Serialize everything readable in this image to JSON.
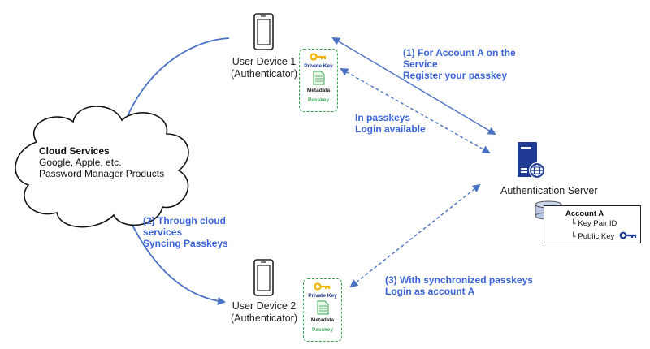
{
  "cloud": {
    "title": "Cloud Services",
    "line1": "Google, Apple, etc.",
    "line2": "Password Manager Products"
  },
  "device1": {
    "name": "User Device 1",
    "role": "(Authenticator)"
  },
  "device2": {
    "name": "User Device 2",
    "role": "(Authenticator)"
  },
  "passkey_card": {
    "private_key": "Private Key",
    "metadata": "Metadata",
    "passkey": "Passkey"
  },
  "server": {
    "name": "Authentication Server"
  },
  "account": {
    "title": "Account A",
    "key_pair": "└ Key Pair ID",
    "public_key": "└ Public Key"
  },
  "steps": {
    "step1_l1": "(1) For Account A on the",
    "step1_l2": "Service",
    "step1_l3": "Register your passkey",
    "login_l1": "In passkeys",
    "login_l2": "Login available",
    "step2_l1": "(2) Through cloud",
    "step2_l2": "services",
    "step2_l3": "Syncing Passkeys",
    "step3_l1": "(3) With synchronized passkeys",
    "step3_l2": "Login as account A"
  },
  "colors": {
    "arrow": "#4a72c4",
    "label": "#3a64d6",
    "key": "#f2b400",
    "passkey_border": "#3aa655",
    "server": "#1f3a93"
  }
}
